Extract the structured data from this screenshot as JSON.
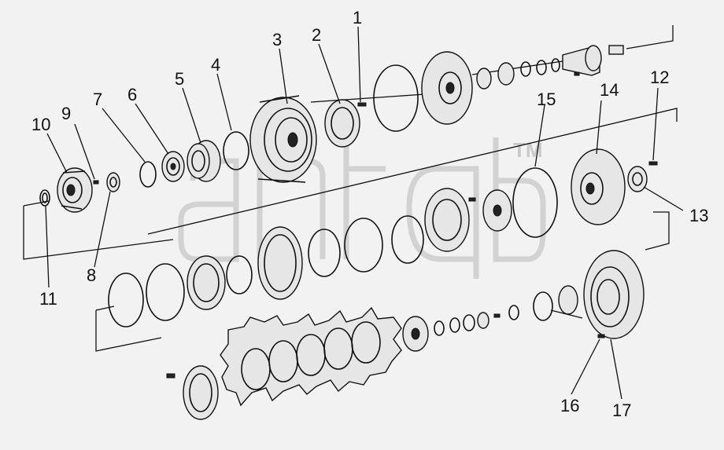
{
  "diagram": {
    "watermark_mark": "TM",
    "callouts": [
      {
        "id": "callout-1",
        "text": "1"
      },
      {
        "id": "callout-2",
        "text": "2"
      },
      {
        "id": "callout-3",
        "text": "3"
      },
      {
        "id": "callout-4",
        "text": "4"
      },
      {
        "id": "callout-5",
        "text": "5"
      },
      {
        "id": "callout-6",
        "text": "6"
      },
      {
        "id": "callout-7",
        "text": "7"
      },
      {
        "id": "callout-8",
        "text": "8"
      },
      {
        "id": "callout-9",
        "text": "9"
      },
      {
        "id": "callout-10",
        "text": "10"
      },
      {
        "id": "callout-11",
        "text": "11"
      },
      {
        "id": "callout-12",
        "text": "12"
      },
      {
        "id": "callout-13",
        "text": "13"
      },
      {
        "id": "callout-14",
        "text": "14"
      },
      {
        "id": "callout-15",
        "text": "15"
      },
      {
        "id": "callout-16",
        "text": "16"
      },
      {
        "id": "callout-17",
        "text": "17"
      }
    ]
  }
}
